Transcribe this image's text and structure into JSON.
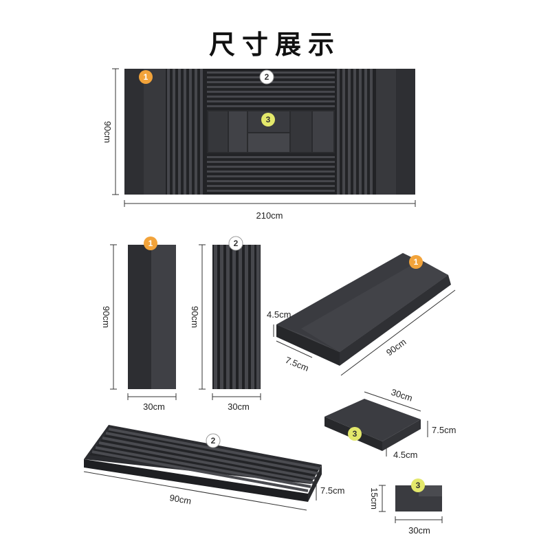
{
  "title": "尺寸展示",
  "colors": {
    "foam": "#38393d",
    "foam_dark": "#26272a",
    "foam_light": "#4b4c51",
    "badge_orange": "#f2a33a",
    "badge_white": "#ffffff",
    "badge_yellow": "#e3e86b"
  },
  "badges": {
    "b1": "1",
    "b2": "2",
    "b3": "3"
  },
  "dims": {
    "overall_height": "90cm",
    "overall_width": "210cm",
    "p1_height": "90cm",
    "p1_width": "30cm",
    "p2_height": "90cm",
    "p2_width": "30cm",
    "p1_iso_step": "4.5cm",
    "p1_iso_depth": "7.5cm",
    "p1_iso_length": "90cm",
    "p3_iso_width": "30cm",
    "p3_iso_height": "7.5cm",
    "p3_iso_step": "4.5cm",
    "p2_iso_length": "90cm",
    "p2_iso_height": "7.5cm",
    "p3_side_height": "15cm",
    "p3_side_width": "30cm"
  }
}
